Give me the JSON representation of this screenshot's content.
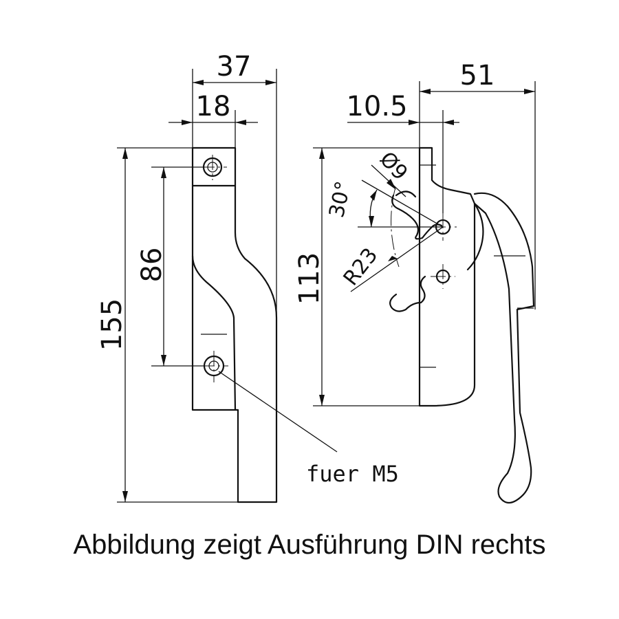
{
  "dimensions": {
    "width_total": "37",
    "width_plate": "18",
    "height_total": "155",
    "hole_spacing": "86",
    "offset": "10.5",
    "handle_width": "51",
    "plate_height": "113",
    "hole_diameter": "Ø9",
    "angle": "30°",
    "radius": "R23"
  },
  "note": "fuer M5",
  "caption": "Abbildung zeigt Ausführung DIN rechts"
}
